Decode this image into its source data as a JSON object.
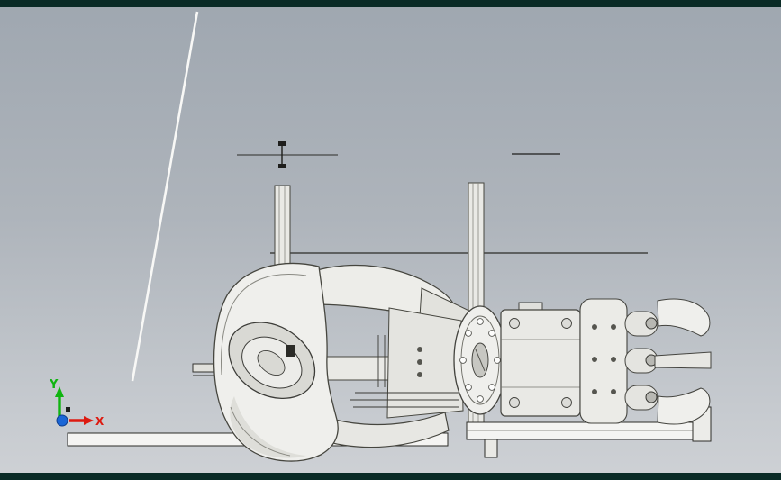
{
  "window": {
    "top_edge_color": "#0A2B26",
    "bottom_edge_color": "#0A2B26"
  },
  "viewport": {
    "background_top": "#9FA7B0",
    "background_bottom": "#CED1D5",
    "model_fill": "#EFEFEC",
    "model_edge": "#46463F",
    "reference_line_color": "#F8F8F6"
  },
  "triad": {
    "x_label": "X",
    "y_label": "Y",
    "x_color": "#DD1A10",
    "y_color": "#0FB410",
    "z_color": "#1B66D6"
  },
  "scene": {
    "parts": [
      "diagonal-reference-line",
      "sketch-pin-left",
      "sketch-line-right",
      "frame-cross-bar",
      "frame-post-left",
      "frame-post-right",
      "base-plate-left",
      "base-plate-right",
      "side-rod",
      "robot-arm-assembly",
      "shoulder-dome",
      "upper-arm-link",
      "lower-arm-link",
      "wrist-flange",
      "actuator-housing",
      "end-effector-assembly",
      "orientation-triad"
    ]
  }
}
